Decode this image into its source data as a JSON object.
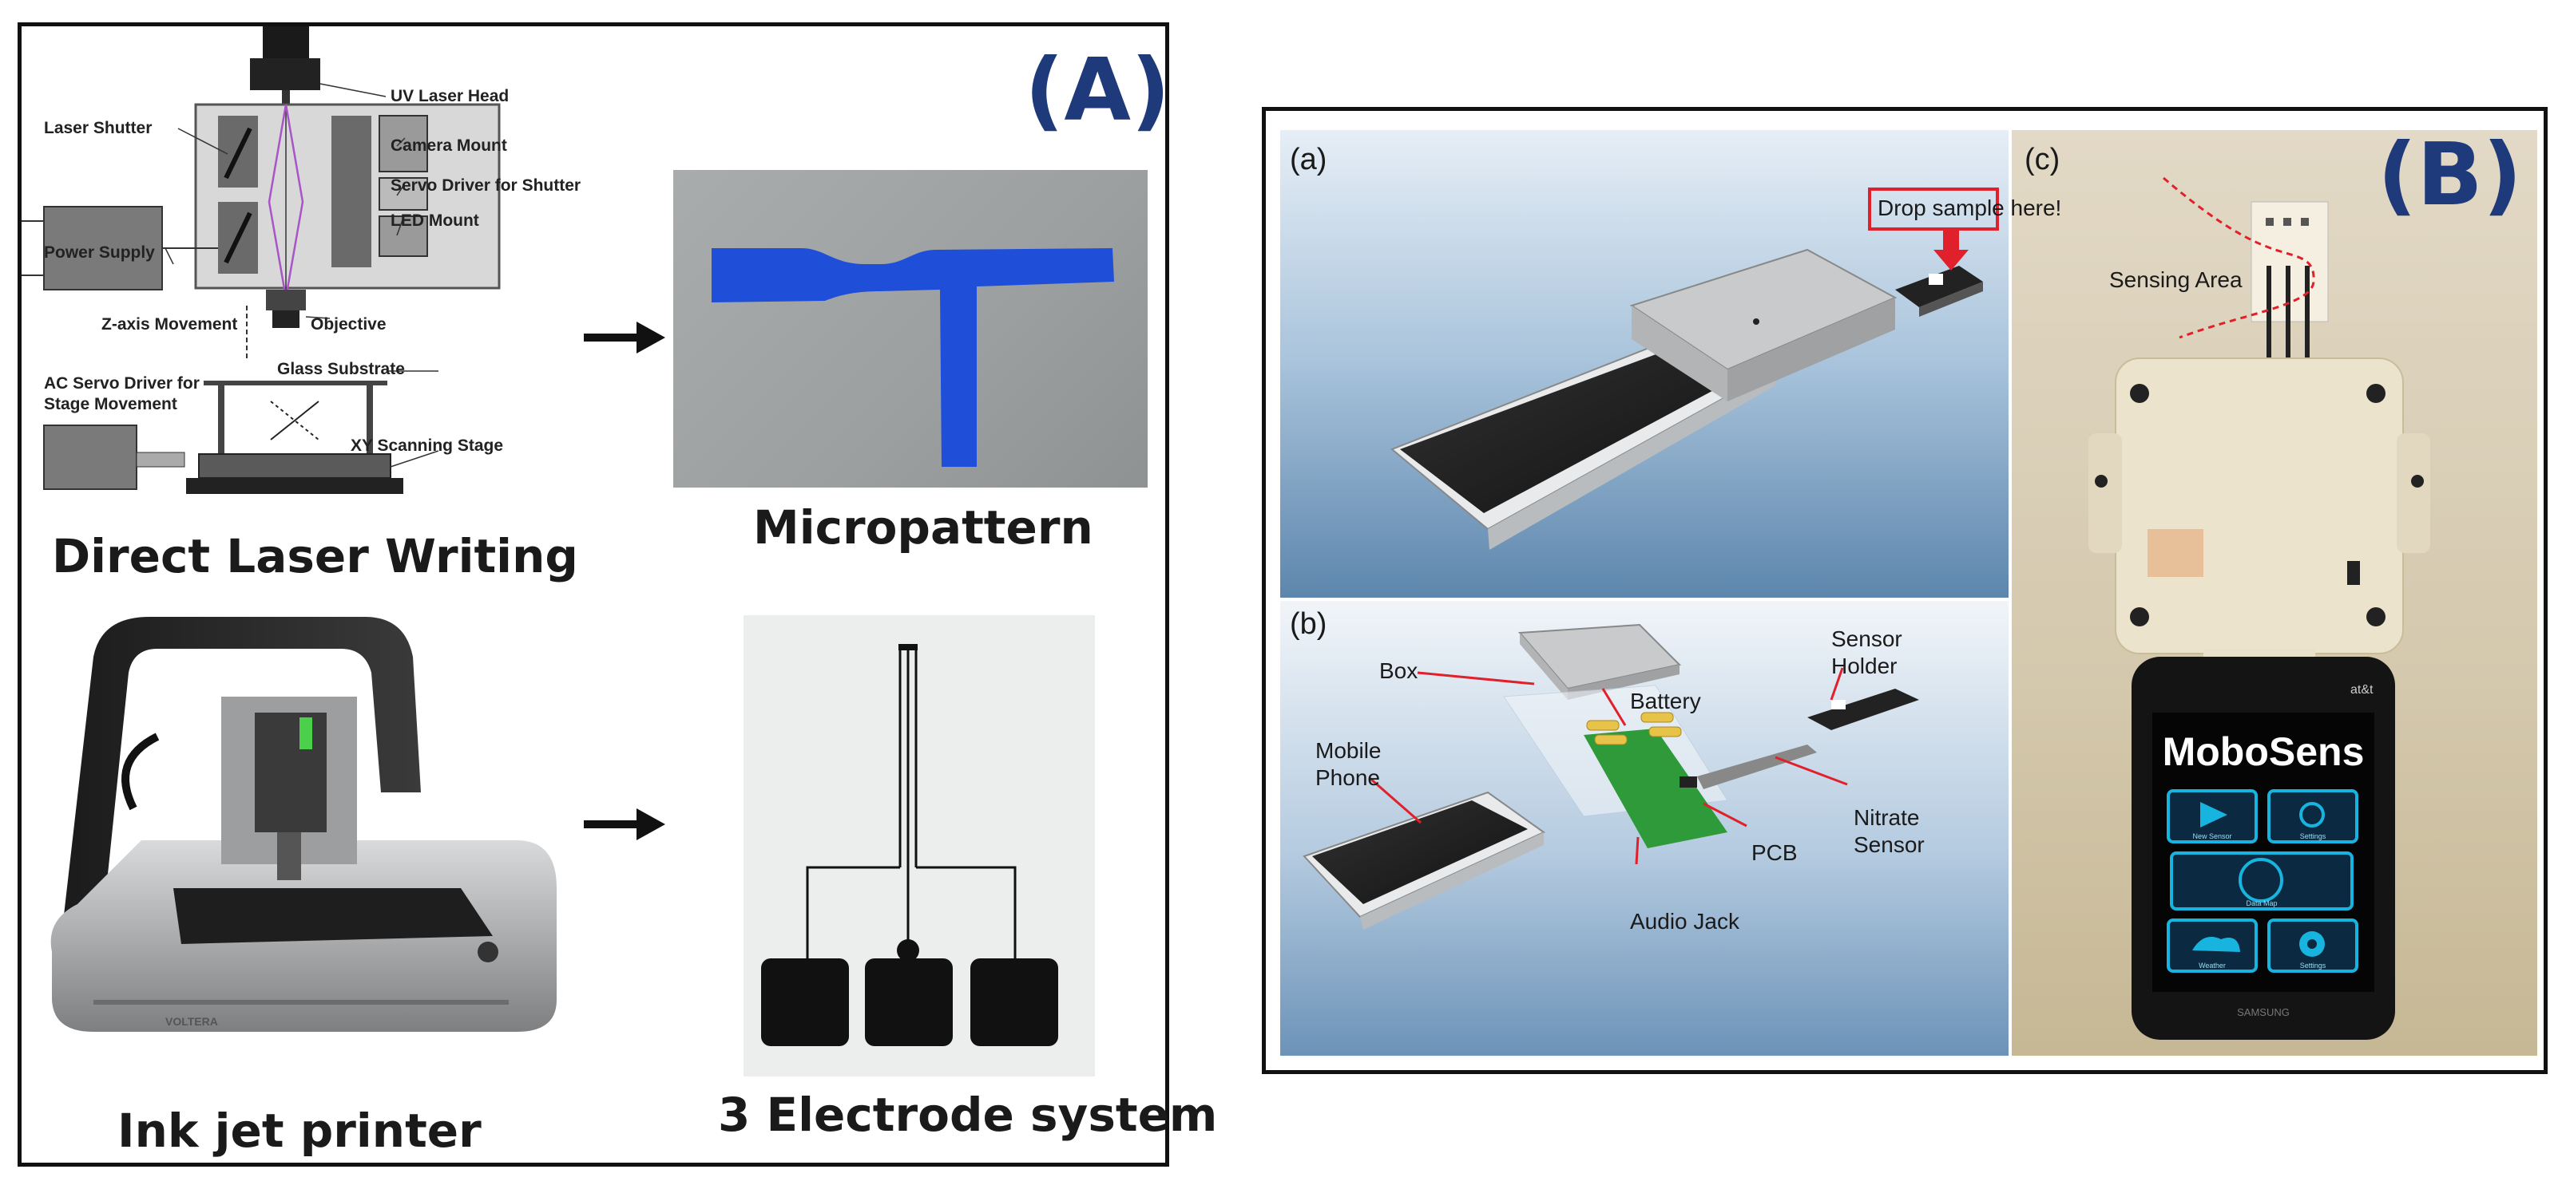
{
  "panel_a": {
    "letter": "(A)",
    "dlw_labels": {
      "uv_laser_head": "UV Laser Head",
      "laser_shutter": "Laser Shutter",
      "camera_mount": "Camera Mount",
      "servo_driver_shutter": "Servo Driver for Shutter",
      "led_mount": "LED Mount",
      "power_supply": "Power Supply",
      "z_axis": "Z-axis Movement",
      "objective": "Objective",
      "glass_substrate": "Glass Substrate",
      "ac_servo_line1": "AC Servo Driver for",
      "ac_servo_line2": "Stage Movement",
      "xy_stage": "XY Scanning Stage"
    },
    "captions": {
      "dlw": "Direct Laser Writing",
      "micropattern": "Micropattern",
      "inkjet": "Ink jet printer",
      "electrode": "3 Electrode system"
    },
    "printer_brand": "VOLTERA"
  },
  "panel_b": {
    "letter": "(B)",
    "sub_a": "(a)",
    "sub_b": "(b)",
    "sub_c": "(c)",
    "drop_sample": "Drop sample here!",
    "labels": {
      "box": "Box",
      "battery": "Battery",
      "sensor_holder_1": "Sensor",
      "sensor_holder_2": "Holder",
      "mobile_1": "Mobile",
      "mobile_2": "Phone",
      "nitrate_1": "Nitrate",
      "nitrate_2": "Sensor",
      "pcb": "PCB",
      "audio_jack": "Audio Jack",
      "sensing_area": "Sensing Area"
    },
    "phone": {
      "app_title": "MoboSens",
      "carrier": "at&t",
      "tile_1": "New Sensor",
      "tile_2": "Settings",
      "tile_3": "Data Map",
      "tile_4": "Weather",
      "tile_5": "Settings",
      "brand": "SAMSUNG"
    }
  },
  "colors": {
    "accent_blue": "#1f3a7a",
    "micropattern_blue": "#1f4fd8",
    "drop_box_red": "#e0202a",
    "app_cyan": "#18b4e0"
  }
}
